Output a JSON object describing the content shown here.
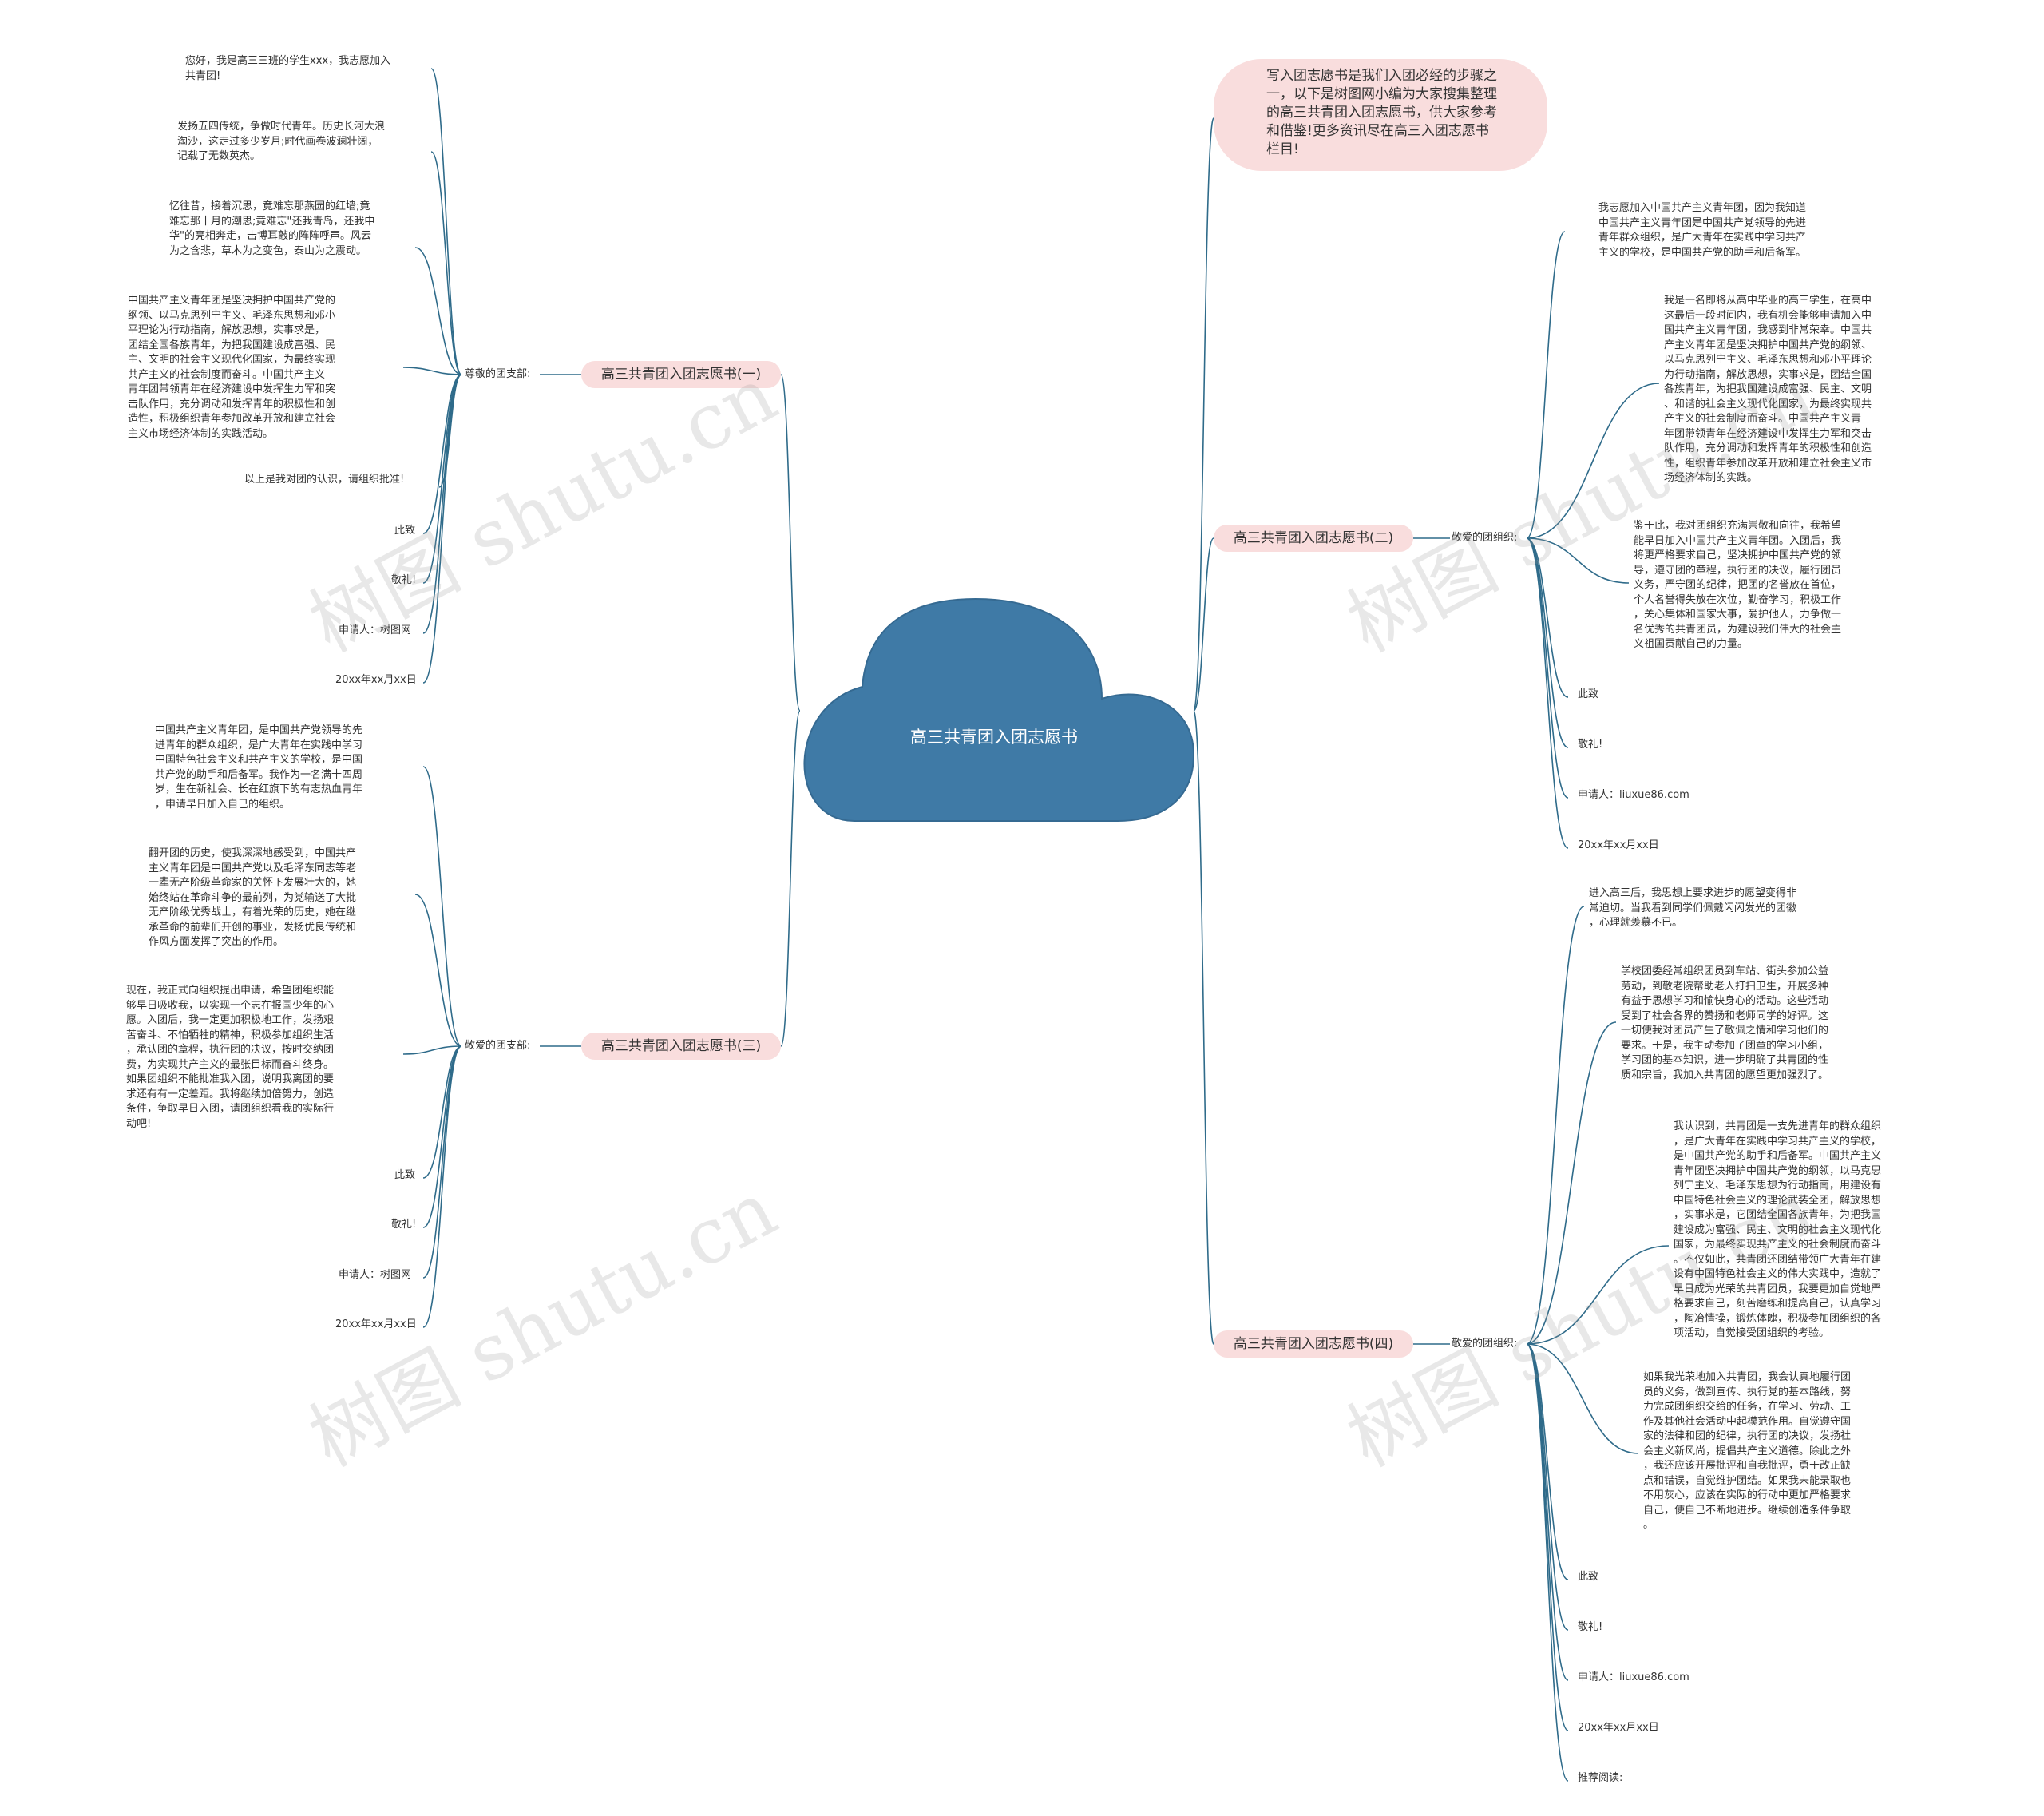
{
  "root": {
    "title": "高三共青团入团志愿书"
  },
  "intro": {
    "text": "写入团志愿书是我们入团必经的步骤之一，以下是树图网小编为大家搜集整理的高三共青团入团志愿书，供大家参考和借鉴!更多资讯尽在高三入团志愿书栏目!"
  },
  "watermark": "树图 shutu.cn",
  "branches": [
    {
      "title": "高三共青团入团志愿书(一)",
      "salutation": "尊敬的团支部:",
      "items": [
        "您好，我是高三三班的学生xxx，我志愿加入\n共青团!",
        "发扬五四传统，争做时代青年。历史长河大浪\n淘沙，这走过多少岁月;时代画卷波澜壮阔，\n记载了无数英杰。",
        "忆往昔，接着沉思，竟难忘那燕园的红墙;竟\n难忘那十月的潮思;竟难忘\"还我青岛，还我中\n华\"的亮相奔走，击博耳敲的阵阵呼声。风云\n为之含悲，草木为之变色，泰山为之震动。",
        "中国共产主义青年团是坚决拥护中国共产党的\n纲领、以马克思列宁主义、毛泽东思想和邓小\n平理论为行动指南，解放思想，实事求是，\n团结全国各族青年，为把我国建设成富强、民\n主、文明的社会主义现代化国家，为最终实现\n共产主义的社会制度而奋斗。中国共产主义\n青年团带领青年在经济建设中发挥生力军和突\n击队作用，充分调动和发挥青年的积极性和创\n造性，积极组织青年参加改革开放和建立社会\n主义市场经济体制的实践活动。",
        "以上是我对团的认识，请组织批准!",
        "此致",
        "敬礼!",
        "申请人：树图网",
        "20xx年xx月xx日"
      ]
    },
    {
      "title": "高三共青团入团志愿书(二)",
      "salutation": "敬爱的团组织:",
      "items": [
        "我志愿加入中国共产主义青年团，因为我知道\n中国共产主义青年团是中国共产党领导的先进\n青年群众组织，是广大青年在实践中学习共产\n主义的学校，是中国共产党的助手和后备军。",
        "我是一名即将从高中毕业的高三学生，在高中\n这最后一段时间内，我有机会能够申请加入中\n国共产主义青年团，我感到非常荣幸。中国共\n产主义青年团是坚决拥护中国共产党的纲领、\n以马克思列宁主义、毛泽东思想和邓小平理论\n为行动指南，解放思想，实事求是，团结全国\n各族青年，为把我国建设成富强、民主、文明\n、和谐的社会主义现代化国家，为最终实现共\n产主义的社会制度而奋斗。中国共产主义青\n年团带领青年在经济建设中发挥生力军和突击\n队作用，充分调动和发挥青年的积极性和创造\n性，组织青年参加改革开放和建立社会主义市\n场经济体制的实践。",
        "鉴于此，我对团组织充满崇敬和向往，我希望\n能早日加入中国共产主义青年团。入团后，我\n将更严格要求自己，坚决拥护中国共产党的领\n导，遵守团的章程，执行团的决议，履行团员\n义务，严守团的纪律，把团的名誉放在首位，\n个人名誉得失放在次位，勤奋学习，积极工作\n，关心集体和国家大事，爱护他人，力争做一\n名优秀的共青团员，为建设我们伟大的社会主\n义祖国贡献自己的力量。",
        "此致",
        "敬礼!",
        "申请人：liuxue86.com",
        "20xx年xx月xx日"
      ]
    },
    {
      "title": "高三共青团入团志愿书(三)",
      "salutation": "敬爱的团支部:",
      "items": [
        "中国共产主义青年团，是中国共产党领导的先\n进青年的群众组织，是广大青年在实践中学习\n中国特色社会主义和共产主义的学校，是中国\n共产党的助手和后备军。我作为一名满十四周\n岁，生在新社会、长在红旗下的有志热血青年\n，申请早日加入自己的组织。",
        "翻开团的历史，使我深深地感受到，中国共产\n主义青年团是中国共产党以及毛泽东同志等老\n一辈无产阶级革命家的关怀下发展壮大的，她\n始终站在革命斗争的最前列，为党输送了大批\n无产阶级优秀战士，有着光荣的历史，她在继\n承革命的前辈们开创的事业，发扬优良传统和\n作风方面发挥了突出的作用。",
        "现在，我正式向组织提出申请，希望团组织能\n够早日吸收我，以实现一个志在报国少年的心\n愿。入团后，我一定更加积极地工作，发扬艰\n苦奋斗、不怕牺牲的精神，积极参加组织生活\n，承认团的章程，执行团的决议，按时交纳团\n费，为实现共产主义的最张目标而奋斗终身。\n如果团组织不能批准我入团，说明我离团的要\n求还有有一定差距。我将继续加倍努力，创造\n条件，争取早日入团，请团组织看我的实际行\n动吧!",
        "此致",
        "敬礼!",
        "申请人：树图网",
        "20xx年xx月xx日"
      ]
    },
    {
      "title": "高三共青团入团志愿书(四)",
      "salutation": "敬爱的团组织:",
      "items": [
        "进入高三后，我思想上要求进步的愿望变得非\n常迫切。当我看到同学们佩戴闪闪发光的团徽\n，心理就羡慕不已。",
        "学校团委经常组织团员到车站、街头参加公益\n劳动，到敬老院帮助老人打扫卫生，开展多种\n有益于思想学习和愉快身心的活动。这些活动\n受到了社会各界的赞扬和老师同学的好评。这\n一切使我对团员产生了敬佩之情和学习他们的\n要求。于是，我主动参加了团章的学习小组，\n学习团的基本知识，进一步明确了共青团的性\n质和宗旨，我加入共青团的愿望更加强烈了。",
        "我认识到，共青团是一支先进青年的群众组织\n，是广大青年在实践中学习共产主义的学校，\n是中国共产党的助手和后备军。中国共产主义\n青年团坚决拥护中国共产党的纲领，以马克思\n列宁主义、毛泽东思想为行动指南，用建设有\n中国特色社会主义的理论武装全团，解放思想\n，实事求是，它团结全国各族青年，为把我国\n建设成为富强、民主、文明的社会主义现代化\n国家，为最终实现共产主义的社会制度而奋斗\n。不仅如此，共青团还团结带领广大青年在建\n设有中国特色社会主义的伟大实践中，造就了\n早日成为光荣的共青团员，我要更加自觉地严\n格要求自己，刻苦磨练和提高自己，认真学习\n，陶冶情操，锻炼体魄，积极参加团组织的各\n项活动，自觉接受团组织的考验。",
        "如果我光荣地加入共青团，我会认真地履行团\n员的义务，做到宣传、执行党的基本路线，努\n力完成团组织交给的任务，在学习、劳动、工\n作及其他社会活动中起模范作用。自觉遵守国\n家的法律和团的纪律，执行团的决议，发扬社\n会主义新风尚，提倡共产主义道德。除此之外\n，我还应该开展批评和自我批评，勇于改正缺\n点和错误，自觉维护团结。如果我未能录取也\n不用灰心，应该在实际的行动中更加严格要求\n自己，使自己不断地进步。继续创造条件争取\n。",
        "此致",
        "敬礼!",
        "申请人：liuxue86.com",
        "20xx年xx月xx日",
        "推荐阅读:"
      ]
    }
  ],
  "colors": {
    "cloud": "#3f7aa6",
    "line": "#2f6b8a",
    "pill": "#f9dddd",
    "text": "#333333"
  }
}
